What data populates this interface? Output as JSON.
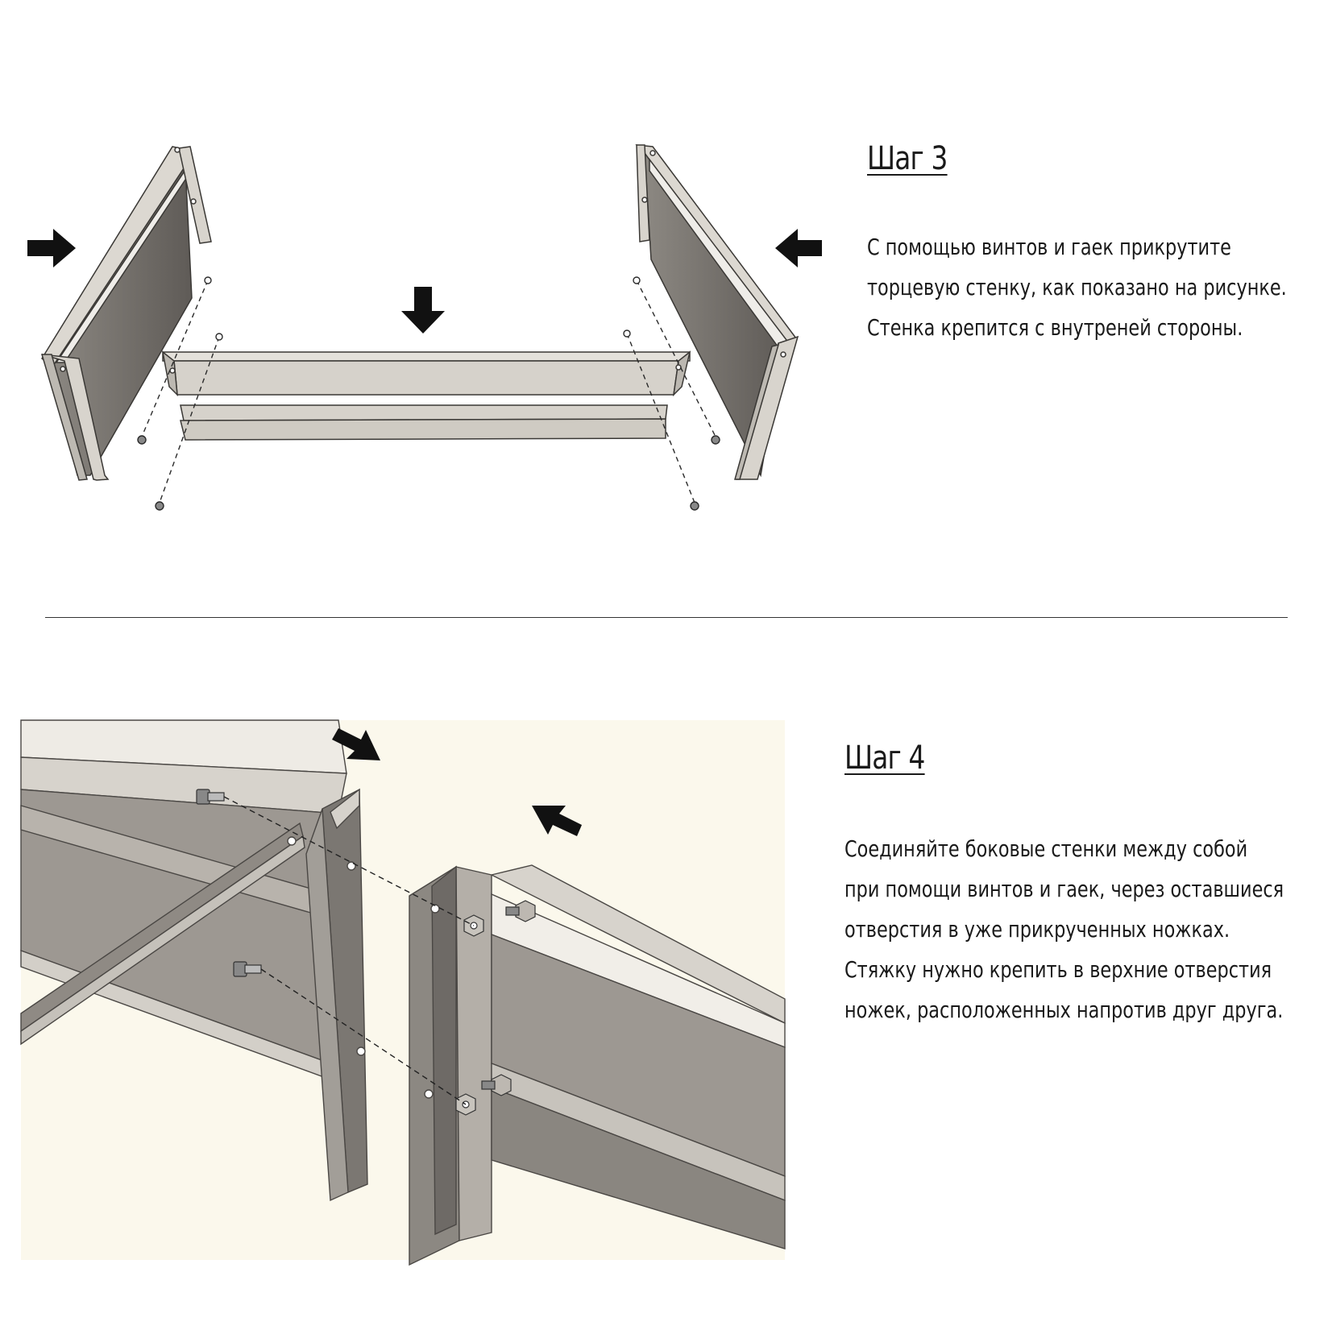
{
  "step3": {
    "title": "Шаг 3",
    "lines": [
      "С помощью винтов и гаек прикрутите",
      "торцевую стенку, как показано на рисунке.",
      "Стенка крепится с внутреней стороны."
    ]
  },
  "step4": {
    "title": "Шаг 4",
    "lines": [
      "Соединяйте боковые стенки между собой",
      "при помощи винтов и гаек, через оставшиеся",
      "отверстия в уже прикрученных ножках.",
      "Стяжку нужно крепить в верхние отверстия",
      "ножек, расположенных напротив друг друга."
    ]
  },
  "colors": {
    "metal_light": "#dedbd5",
    "metal_mid": "#a8a49e",
    "metal_dark": "#7a7570",
    "outline": "#3a3835",
    "arrow": "#111111",
    "detail_background": "#fbf8ec"
  }
}
